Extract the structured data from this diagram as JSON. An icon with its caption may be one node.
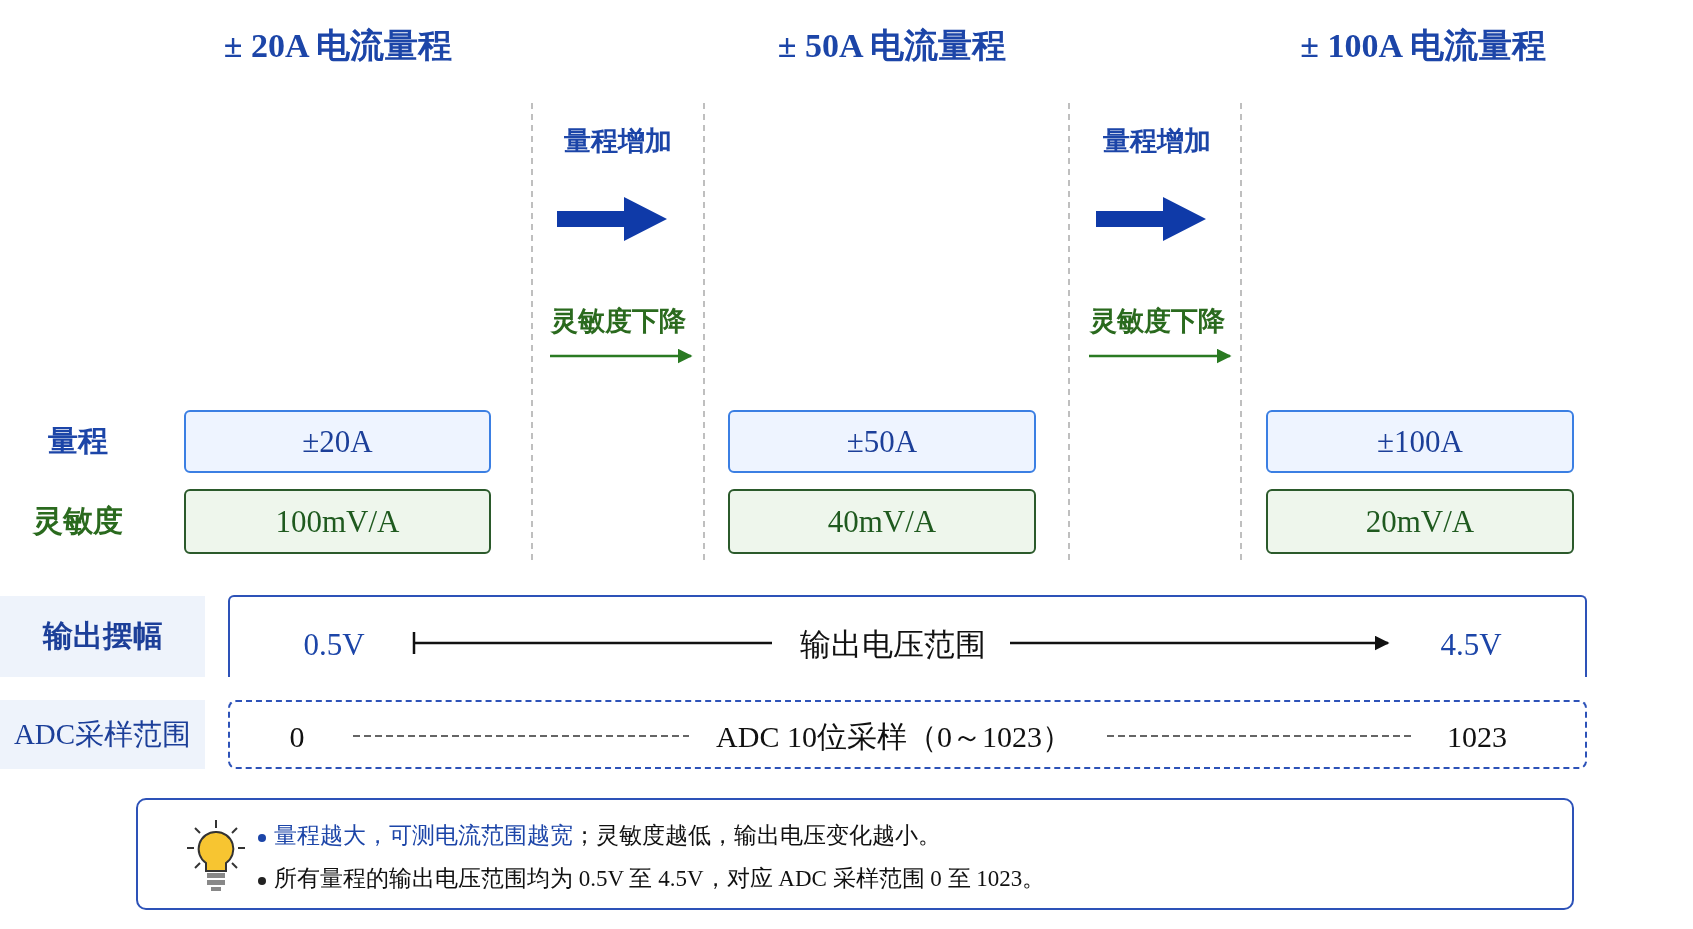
{
  "diagram": {
    "nodes": [
      {
        "text": [
          "±20A"
        ]
      },
      {
        "text": [
          "100mV/A"
        ]
      },
      {
        "text": [
          "±50A"
        ]
      },
      {
        "text": [
          "40mV/A"
        ]
      },
      {
        "text": [
          "±100A"
        ]
      },
      {
        "text": [
          "20mV/A"
        ]
      },
      {
        "text": [
          "输出摆幅"
        ]
      },
      {
        "text": [
          "0.5V",
          "输出电压范围",
          "4.5V"
        ]
      },
      {
        "text": [
          "ADC采样范围"
        ]
      },
      {
        "text": [
          "0",
          "ADC 10位采样（0～1023）",
          "1023"
        ]
      },
      {
        "text": [
          "**量程越大，可测电流范围越宽**；灵敏度越低，输出电压变化越小。",
          "所有量程的输出电压范围均为 0.5V 至 4.5V，对应 ADC 采样范围 0 至 1023。"
        ]
      }
    ],
    "edges": [],
    "labels": [
      "± 20A 电流量程",
      "± 50A 电流量程",
      "± 100A 电流量程",
      "量程增加",
      "灵敏度下降",
      "量程增加",
      "灵敏度下降",
      "量程",
      "灵敏度"
    ]
  }
}
